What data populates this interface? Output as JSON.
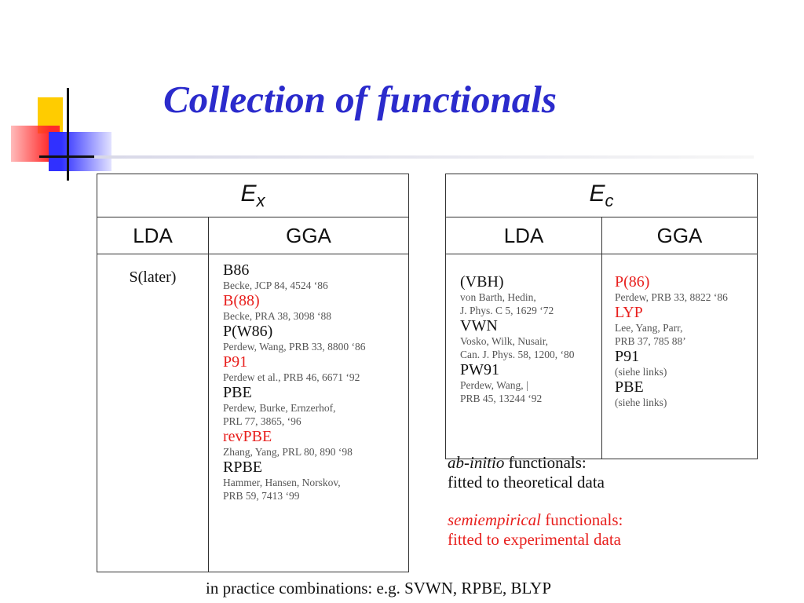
{
  "slide": {
    "title": "Collection of functionals"
  },
  "ex_table": {
    "header_symbol": "E",
    "header_sub": "x",
    "col_lda": "LDA",
    "col_gga": "GGA",
    "lda_entries": [
      "S(later)"
    ],
    "gga_entries": [
      {
        "name": "B86",
        "color": "black",
        "ref": [
          "Becke, JCP 84, 4524 ‘86"
        ]
      },
      {
        "name": "B(88)",
        "color": "red",
        "ref": [
          "Becke, PRA 38, 3098 ‘88"
        ]
      },
      {
        "name": "P(W86)",
        "color": "black",
        "ref": [
          "Perdew, Wang, PRB 33, 8800 ‘86"
        ]
      },
      {
        "name": "P91",
        "color": "red",
        "ref": [
          "Perdew et al., PRB 46, 6671 ‘92"
        ]
      },
      {
        "name": "PBE",
        "color": "black",
        "ref": [
          "Perdew, Burke, Ernzerhof,",
          "PRL 77, 3865, ‘96"
        ]
      },
      {
        "name": "revPBE",
        "color": "red",
        "ref": [
          "Zhang, Yang, PRL 80, 890 ‘98"
        ]
      },
      {
        "name": "RPBE",
        "color": "black",
        "ref": [
          "Hammer, Hansen, Norskov,",
          "PRB 59, 7413 ‘99"
        ]
      }
    ]
  },
  "ec_table": {
    "header_symbol": "E",
    "header_sub": "c",
    "col_lda": "LDA",
    "col_gga": "GGA",
    "lda_entries": [
      {
        "name": "(VBH)",
        "color": "black",
        "ref": [
          "von Barth, Hedin,",
          "J. Phys. C 5, 1629 ‘72"
        ]
      },
      {
        "name": "VWN",
        "color": "black",
        "ref": [
          "Vosko, Wilk, Nusair,",
          "Can. J. Phys. 58, 1200, ‘80"
        ]
      },
      {
        "name": "PW91",
        "color": "black",
        "ref": [
          "Perdew, Wang, |",
          "PRB 45, 13244 ‘92"
        ]
      }
    ],
    "gga_entries": [
      {
        "name": "P(86)",
        "color": "red",
        "ref": [
          "Perdew, PRB 33, 8822 ‘86"
        ]
      },
      {
        "name": "LYP",
        "color": "red",
        "ref": [
          "Lee, Yang, Parr,",
          "PRB 37, 785 88’"
        ]
      },
      {
        "name": "P91",
        "color": "black",
        "ref": [
          "(siehe links)"
        ]
      },
      {
        "name": "PBE",
        "color": "black",
        "ref": [
          "(siehe links)"
        ]
      }
    ]
  },
  "notes": {
    "abinitio_em": "ab-initio",
    "abinitio_rest": " functionals:",
    "abinitio_line2": "fitted to theoretical data",
    "semi_em": "semiempirical",
    "semi_rest": " functionals:",
    "semi_line2": "fitted to experimental data"
  },
  "footer": {
    "text": "in practice combinations: e.g. SVWN, RPBE, BLYP"
  },
  "colors": {
    "title": "#2b2bcc",
    "accent_red": "#e8201e",
    "ref_gray": "#555555"
  }
}
